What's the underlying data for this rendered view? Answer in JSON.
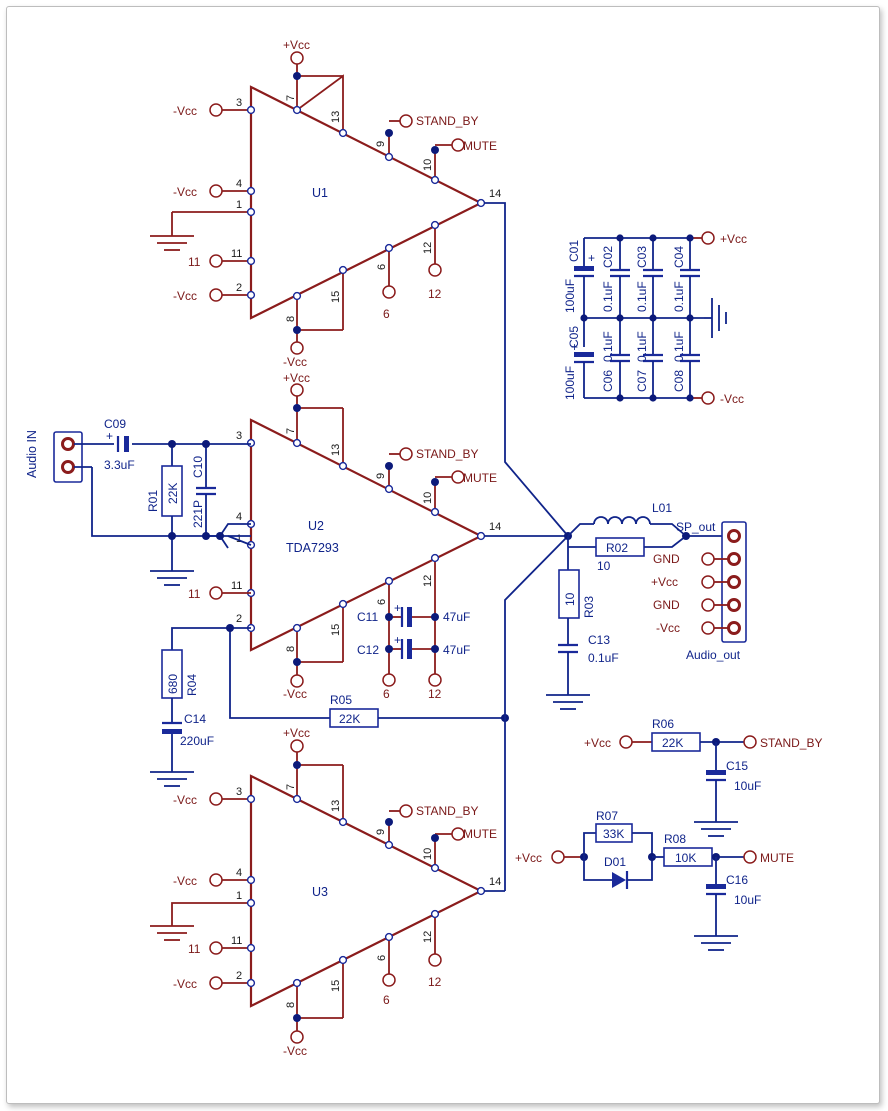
{
  "amplifiers": {
    "u1": {
      "ref": "U1"
    },
    "u2": {
      "ref": "U2",
      "part": "TDA7293"
    },
    "u3": {
      "ref": "U3"
    }
  },
  "pins": {
    "p1": "1",
    "p2": "2",
    "p3": "3",
    "p4": "4",
    "p6": "6",
    "p7": "7",
    "p8": "8",
    "p9": "9",
    "p10": "10",
    "p11": "11",
    "p12": "12",
    "p13": "13",
    "p14": "14",
    "p15": "15"
  },
  "nets": {
    "vcc_pos": "+Vcc",
    "vcc_neg": "-Vcc",
    "stand_by": "STAND_BY",
    "mute": "MUTE",
    "gnd": "GND",
    "n11": "11",
    "n12": "12",
    "n6": "6"
  },
  "input": {
    "label": "Audio IN"
  },
  "output": {
    "label": "Audio_out",
    "sp_out": "SP_out",
    "pins": [
      "GND",
      "+Vcc",
      "GND",
      "-Vcc"
    ]
  },
  "components": {
    "c09": {
      "ref": "C09",
      "value": "3.3uF"
    },
    "r01": {
      "ref": "R01",
      "value": "22K"
    },
    "c10": {
      "ref": "C10",
      "value": "221P"
    },
    "r04": {
      "ref": "R04",
      "value": "680"
    },
    "c14": {
      "ref": "C14",
      "value": "220uF"
    },
    "r05": {
      "ref": "R05",
      "value": "22K"
    },
    "c11": {
      "ref": "C11",
      "value": "47uF"
    },
    "c12": {
      "ref": "C12",
      "value": "47uF"
    },
    "l01": {
      "ref": "L01"
    },
    "r02": {
      "ref": "R02",
      "value": "10"
    },
    "r03": {
      "ref": "R03",
      "value": "10"
    },
    "c13": {
      "ref": "C13",
      "value": "0.1uF"
    },
    "r06": {
      "ref": "R06",
      "value": "22K"
    },
    "c15": {
      "ref": "C15",
      "value": "10uF"
    },
    "r07": {
      "ref": "R07",
      "value": "33K"
    },
    "d01": {
      "ref": "D01"
    },
    "r08": {
      "ref": "R08",
      "value": "10K"
    },
    "c16": {
      "ref": "C16",
      "value": "10uF"
    },
    "c01": {
      "ref": "C01",
      "value": "100uF"
    },
    "c02": {
      "ref": "C02",
      "value": "0.1uF"
    },
    "c03": {
      "ref": "C03",
      "value": "0.1uF"
    },
    "c04": {
      "ref": "C04",
      "value": "0.1uF"
    },
    "c05": {
      "ref": "C05",
      "value": "100uF"
    },
    "c06": {
      "ref": "C06",
      "value": "0.1uF"
    },
    "c07": {
      "ref": "C07",
      "value": "0.1uF"
    },
    "c08": {
      "ref": "C08",
      "value": "0.1uF"
    }
  }
}
